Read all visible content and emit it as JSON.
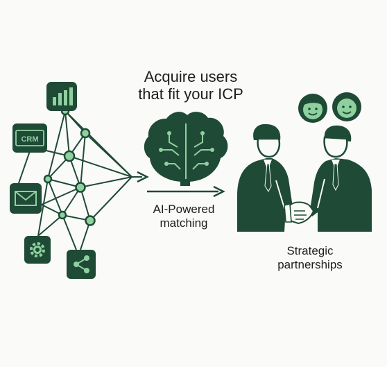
{
  "headline": {
    "line1": "Acquire users",
    "line2": "that fit your ICP"
  },
  "ai": {
    "line1": "AI-Powered",
    "line2": "matching"
  },
  "partnerships": {
    "line1": "Strategic",
    "line2": "partnerships"
  },
  "source_icons": {
    "crm_label": "CRM",
    "icons": [
      "bar-chart-icon",
      "crm-icon",
      "mail-icon",
      "gear-icon",
      "share-icon"
    ]
  },
  "colors": {
    "primary": "#1e4a36",
    "accent": "#8fd19e",
    "background": "#fafaf8"
  }
}
